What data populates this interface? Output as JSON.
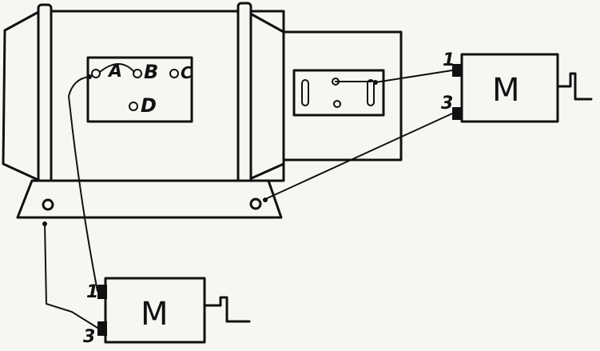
{
  "terminal_box": {
    "terminal_a": "A",
    "terminal_b": "B",
    "terminal_c": "C",
    "terminal_d": "D"
  },
  "megger_right": {
    "label": "M",
    "terminal_1": "1",
    "terminal_3": "3"
  },
  "megger_bottom": {
    "label": "M",
    "terminal_1": "1",
    "terminal_3": "3"
  }
}
